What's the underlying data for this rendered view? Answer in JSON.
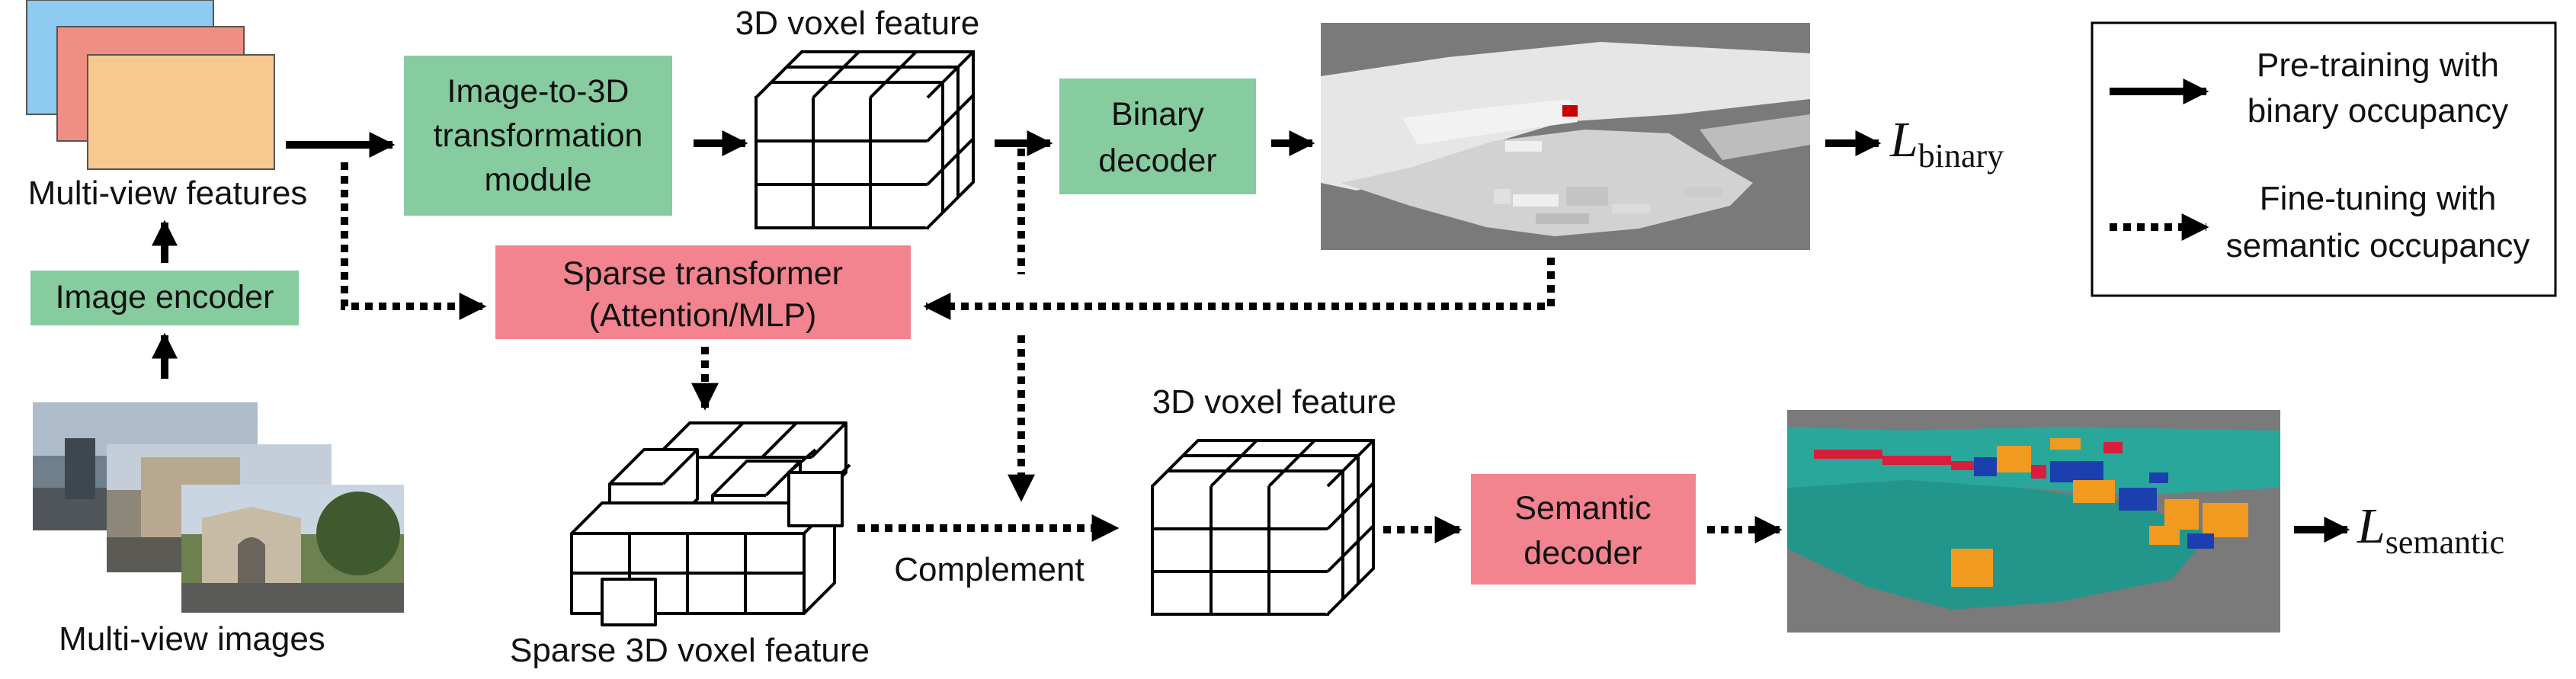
{
  "inputs": {
    "multiview_features": "Multi-view features",
    "image_encoder": "Image encoder",
    "multiview_images": "Multi-view images"
  },
  "modules": {
    "transform_line1": "Image-to-3D",
    "transform_line2": "transformation",
    "transform_line3": "module",
    "binary_decoder_line1": "Binary",
    "binary_decoder_line2": "decoder",
    "sparse_transformer_line1": "Sparse transformer",
    "sparse_transformer_line2": "(Attention/MLP)",
    "semantic_decoder_line1": "Semantic",
    "semantic_decoder_line2": "decoder"
  },
  "features": {
    "voxel_top": "3D voxel feature",
    "voxel_bottom": "3D voxel feature",
    "sparse_voxel": "Sparse 3D voxel feature",
    "complement": "Complement"
  },
  "losses": {
    "binary_main": "L",
    "binary_sub": "binary",
    "semantic_main": "L",
    "semantic_sub": "semantic"
  },
  "legend": {
    "solid_line1": "Pre-training with",
    "solid_line2": "binary occupancy",
    "dotted_line1": "Fine-tuning with",
    "dotted_line2": "semantic occupancy"
  },
  "colors": {
    "green_module": "#86cc9f",
    "pink_module": "#f2838f",
    "render_bg": "#7a7a7a",
    "semantic_teal": "#2aa79b",
    "semantic_orange": "#f29a1f",
    "semantic_blue": "#1c3fb0",
    "semantic_red": "#d81e3c"
  }
}
